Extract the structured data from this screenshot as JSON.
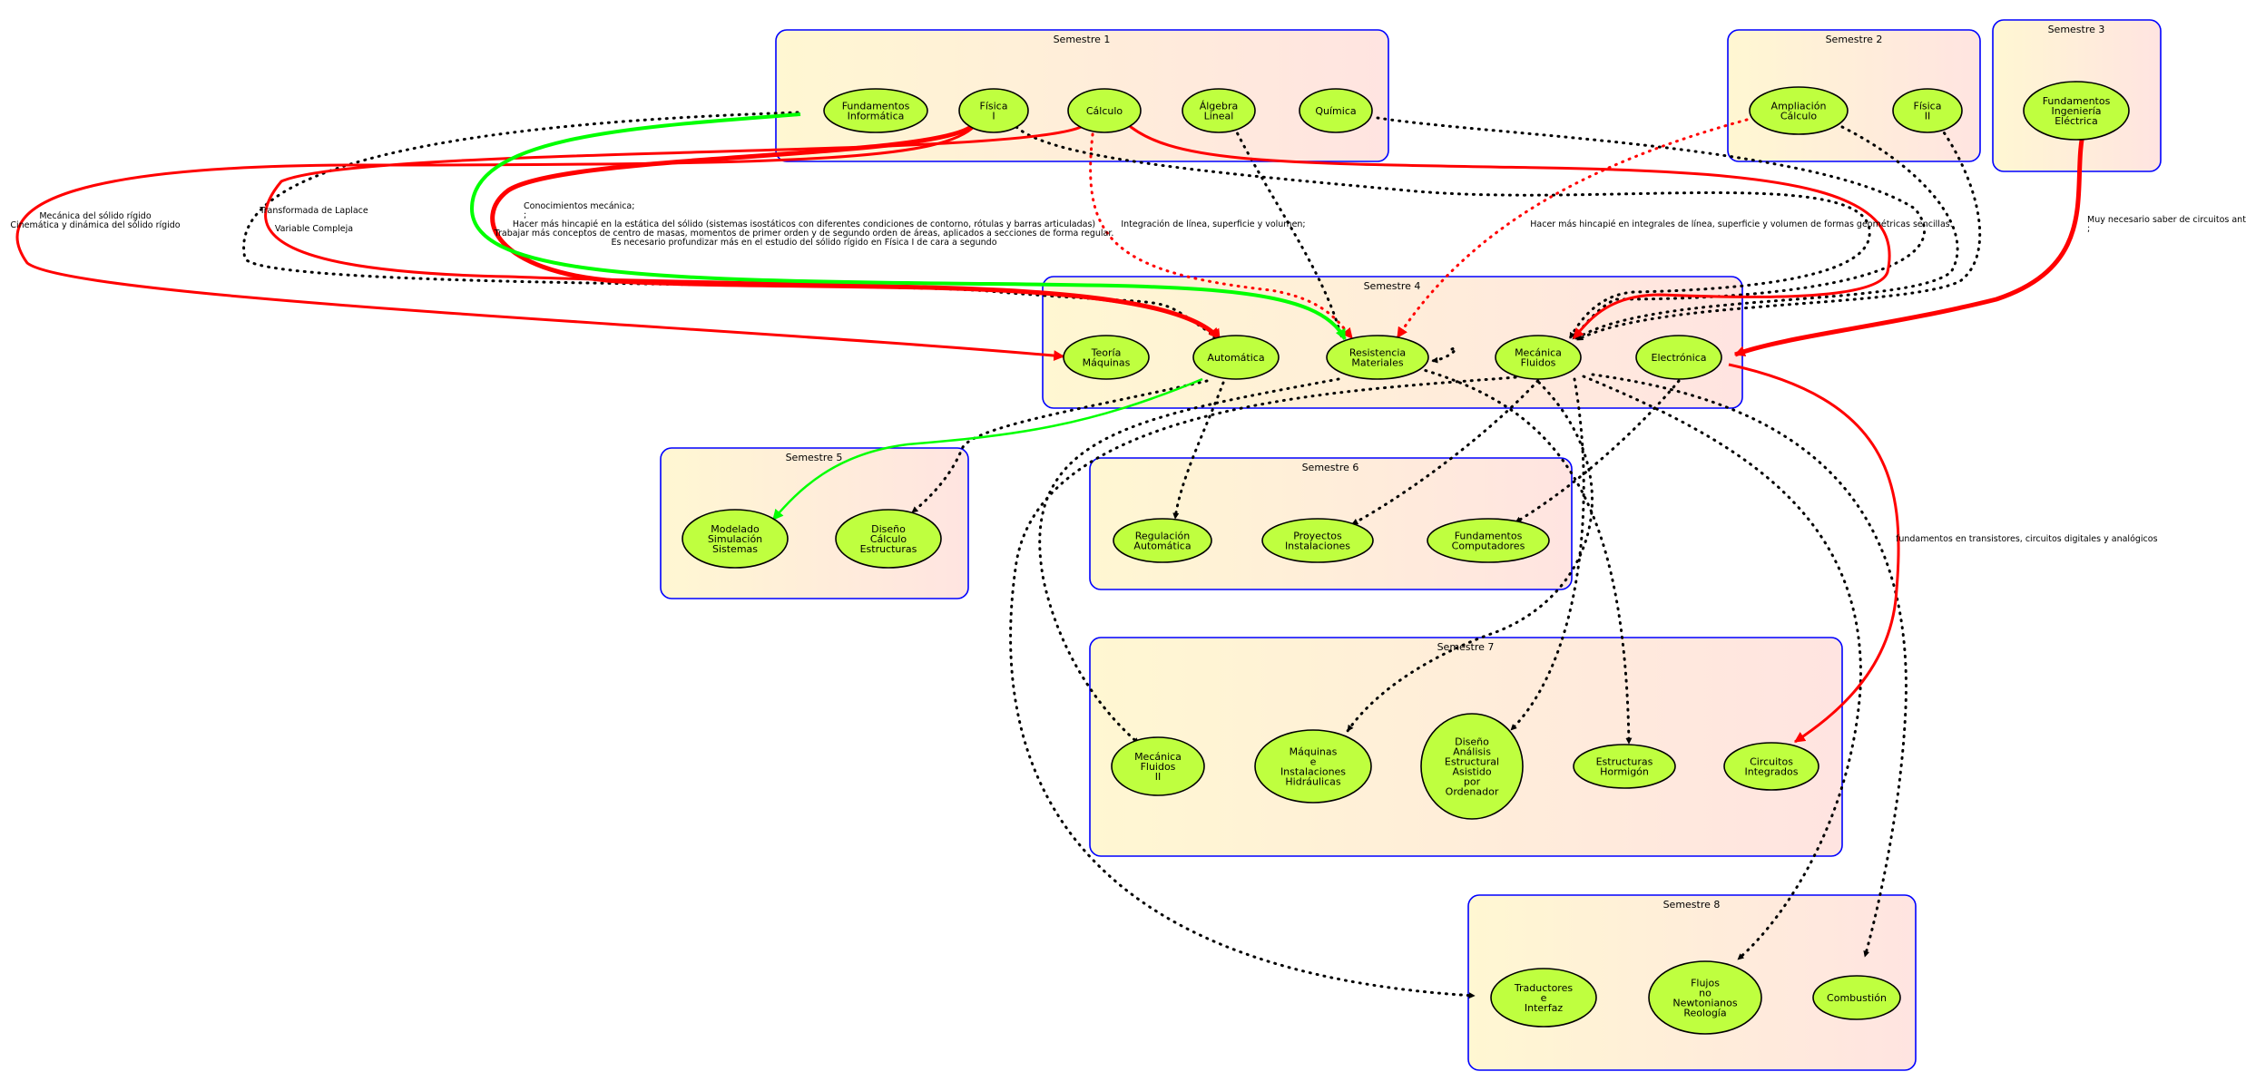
{
  "colors": {
    "cluster_border": "#0000ff",
    "cluster_fill_start": "#fff7d2",
    "cluster_fill_end": "#ffe4e1",
    "node_fill": "#bfff3f",
    "red": "#ff0000",
    "green": "#00ff00",
    "black": "#000000"
  },
  "clusters": [
    {
      "id": "s1",
      "title": "Semestre 1"
    },
    {
      "id": "s2",
      "title": "Semestre 2"
    },
    {
      "id": "s3",
      "title": "Semestre 3"
    },
    {
      "id": "s4",
      "title": "Semestre 4"
    },
    {
      "id": "s5",
      "title": "Semestre 5"
    },
    {
      "id": "s6",
      "title": "Semestre 6"
    },
    {
      "id": "s7",
      "title": "Semestre 7"
    },
    {
      "id": "s8",
      "title": "Semestre 8"
    }
  ],
  "nodes": [
    {
      "id": "fund_inf",
      "lines": [
        "Fundamentos",
        "Informática"
      ]
    },
    {
      "id": "fisica1",
      "lines": [
        "Física",
        "I"
      ]
    },
    {
      "id": "calculo",
      "lines": [
        "Cálculo"
      ]
    },
    {
      "id": "algebra",
      "lines": [
        "Álgebra",
        "Lineal"
      ]
    },
    {
      "id": "quimica",
      "lines": [
        "Química"
      ]
    },
    {
      "id": "ampl_calc",
      "lines": [
        "Ampliación",
        "Cálculo"
      ]
    },
    {
      "id": "fisica2",
      "lines": [
        "Física",
        "II"
      ]
    },
    {
      "id": "fund_ing_el",
      "lines": [
        "Fundamentos",
        "Ingeniería",
        "Eléctrica"
      ]
    },
    {
      "id": "teoria_maq",
      "lines": [
        "Teoría",
        "Máquinas"
      ]
    },
    {
      "id": "automatica",
      "lines": [
        "Automática"
      ]
    },
    {
      "id": "resistencia",
      "lines": [
        "Resistencia",
        "Materiales"
      ]
    },
    {
      "id": "mec_fluidos",
      "lines": [
        "Mecánica",
        "Fluidos"
      ]
    },
    {
      "id": "electronica",
      "lines": [
        "Electrónica"
      ]
    },
    {
      "id": "modelado",
      "lines": [
        "Modelado",
        "Simulación",
        "Sistemas"
      ]
    },
    {
      "id": "diseno_calc",
      "lines": [
        "Diseño",
        "Cálculo",
        "Estructuras"
      ]
    },
    {
      "id": "regulacion",
      "lines": [
        "Regulación",
        "Automática"
      ]
    },
    {
      "id": "proyectos",
      "lines": [
        "Proyectos",
        "Instalaciones"
      ]
    },
    {
      "id": "fund_comp",
      "lines": [
        "Fundamentos",
        "Computadores"
      ]
    },
    {
      "id": "mec_fluidos2",
      "lines": [
        "Mecánica",
        "Fluidos",
        "II"
      ]
    },
    {
      "id": "maquinas_inst",
      "lines": [
        "Máquinas",
        "e",
        "Instalaciones",
        "Hidráulicas"
      ]
    },
    {
      "id": "diseno_analisis",
      "lines": [
        "Diseño",
        "Análisis",
        "Estructural",
        "Asistido",
        "por",
        "Ordenador"
      ]
    },
    {
      "id": "estructuras_horm",
      "lines": [
        "Estructuras",
        "Hormigón"
      ]
    },
    {
      "id": "circuitos",
      "lines": [
        "Circuitos",
        "Integrados"
      ]
    },
    {
      "id": "traductores",
      "lines": [
        "Traductores",
        "e",
        "Interfaz"
      ]
    },
    {
      "id": "flujos",
      "lines": [
        "Flujos",
        "no",
        "Newtonianos",
        "Reología"
      ]
    },
    {
      "id": "combustion",
      "lines": [
        "Combustión"
      ]
    }
  ],
  "labels": [
    {
      "id": "lbl_mecanica_solido",
      "lines": [
        "Mecánica del sólido rígido",
        "Cinemática y dinámica del sólido rígido"
      ]
    },
    {
      "id": "lbl_laplace",
      "lines": [
        "Transformada de Laplace",
        "",
        "Variable Compleja"
      ]
    },
    {
      "id": "lbl_conocimientos",
      "lines": [
        "Conocimientos mecánica;",
        ";"
      ]
    },
    {
      "id": "lbl_hincapie_solido",
      "lines": [
        "Hacer más hincapié en la estática del sólido (sistemas isostáticos con diferentes condiciones de contorno, rótulas y barras articuladas)",
        "Trabajar más conceptos de centro de masas, momentos de primer orden y de segundo orden de áreas, aplicados a secciones de forma regular.",
        "Es necesario profundizar más en el estudio del sólido rígido en Física I de cara a segundo"
      ]
    },
    {
      "id": "lbl_integracion",
      "lines": [
        "Integración de línea, superficie y volumen;"
      ]
    },
    {
      "id": "lbl_hincapie_integrales",
      "lines": [
        "Hacer más hincapié en integrales de línea, superficie y volumen de formas geométricas sencillas."
      ]
    },
    {
      "id": "lbl_circuitos_antes",
      "lines": [
        "Muy necesario saber de circuitos antes;",
        ";"
      ]
    },
    {
      "id": "lbl_transistores",
      "lines": [
        "fundamentos en transistores, circuitos digitales y analógicos"
      ]
    }
  ]
}
